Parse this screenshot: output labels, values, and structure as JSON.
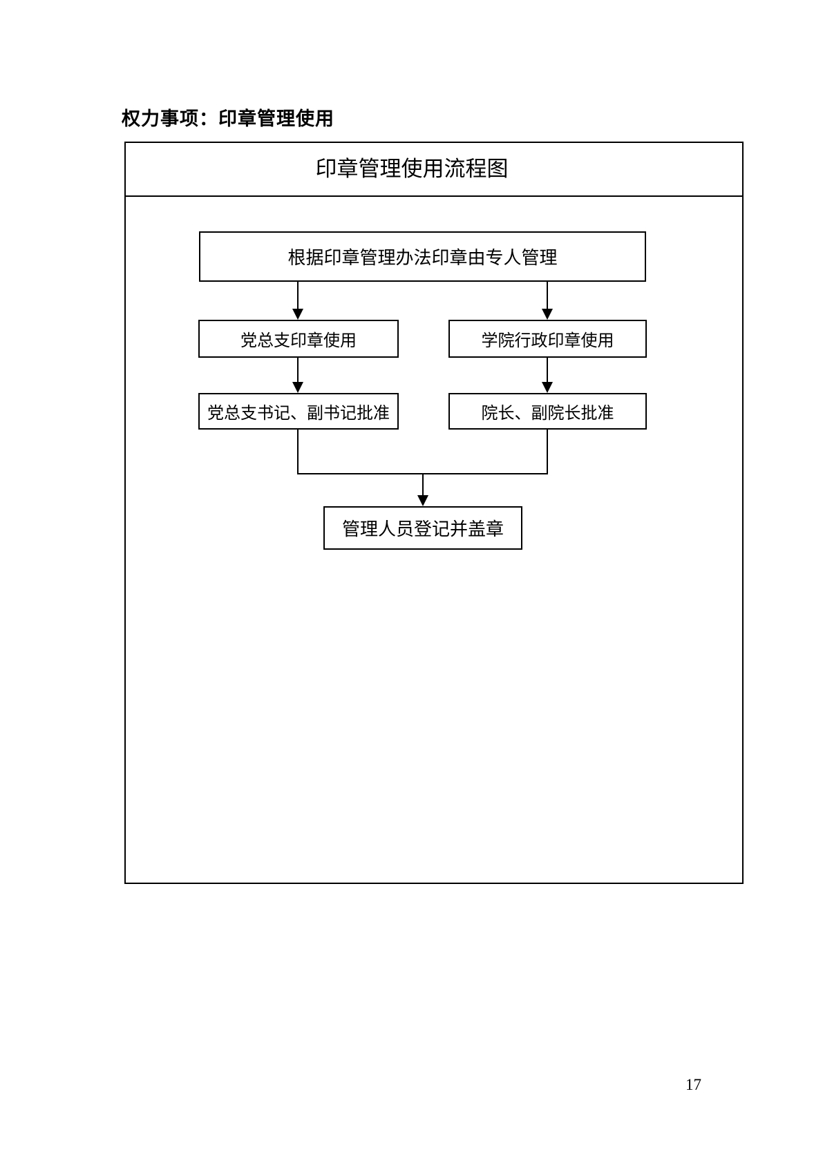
{
  "document": {
    "header_title": "权力事项：印章管理使用",
    "page_number": "17"
  },
  "flowchart": {
    "title": "印章管理使用流程图",
    "nodes": {
      "root": "根据印章管理办法印章由专人管理",
      "branch_left": "党总支印章使用",
      "branch_right": "学院行政印章使用",
      "approve_left": "党总支书记、副书记批准",
      "approve_right": "院长、副院长批准",
      "final": "管理人员登记并盖章"
    },
    "colors": {
      "line": "#000000",
      "background": "#ffffff",
      "text": "#000000"
    }
  }
}
